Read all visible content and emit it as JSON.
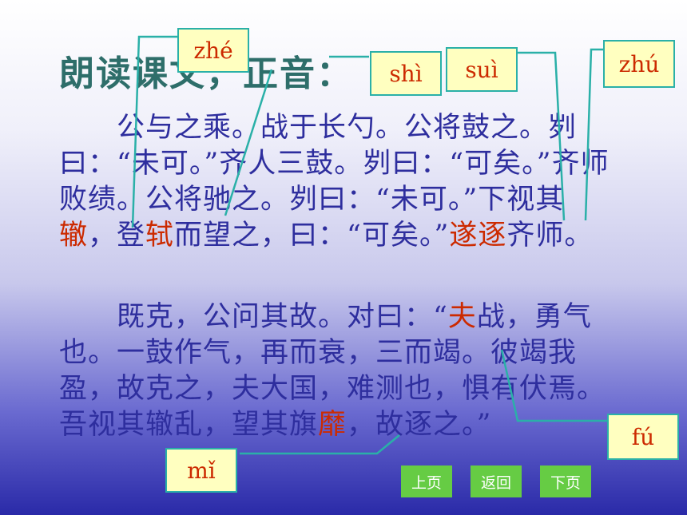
{
  "title": "朗读课文，正音：",
  "paragraph1": {
    "seg1": "　　公与之乘。战于长勺。公将鼓之。刿曰：“未可。”齐人三鼓。刿曰：“可矣。”齐师败绩。公将驰之。刿曰：“未可。”下视其",
    "hl_zhe": "辙",
    "seg2": "，登",
    "hl_shi": "轼",
    "seg3": "而望之，曰：“可矣。”",
    "hl_suizhu": "遂逐",
    "seg4": "齐师。"
  },
  "paragraph2": {
    "seg1": "　　既克，公问其故。对曰：“",
    "hl_fu": "夫",
    "seg2": "战，勇气也。一鼓作气，再而衰，三而竭。彼竭我盈，故克之，夫大国，难测也，惧有伏焉。吾视其辙乱，望其旗",
    "hl_mi": "靡",
    "seg3": "，故逐之。”"
  },
  "pinyin": {
    "zhe": "zhé",
    "shi": "shì",
    "sui": "suì",
    "zhu": "zhú",
    "fu": "fú",
    "mi": "mǐ"
  },
  "nav": {
    "prev": "上页",
    "back": "返回",
    "next": "下页"
  },
  "colors": {
    "title": "#2e6e6a",
    "body_text": "#2e2e9e",
    "highlight": "#cc2a00",
    "pinyin_box_bg": "#ffffc0",
    "pinyin_box_border": "#2ab0a8",
    "nav_button": "#66cc44"
  }
}
